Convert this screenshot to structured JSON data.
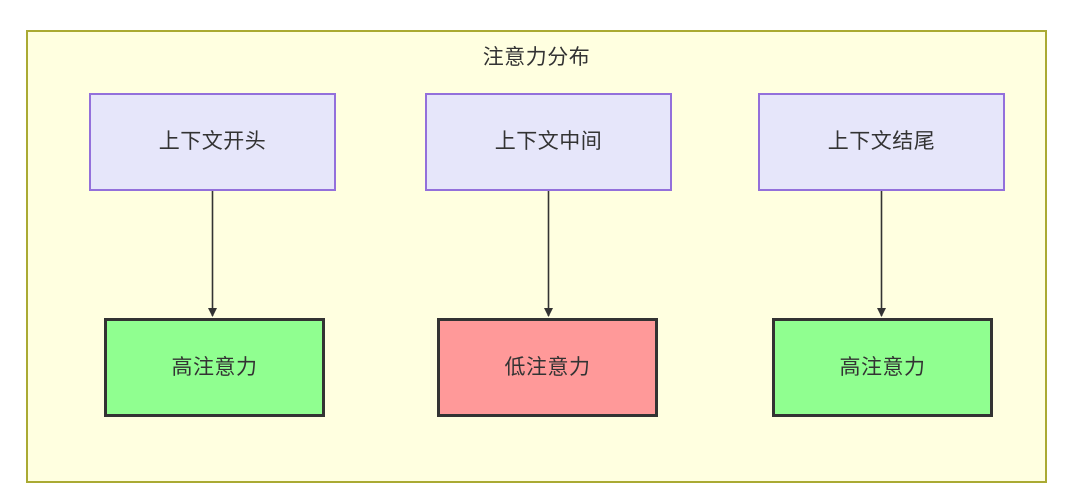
{
  "diagram": {
    "title": "注意力分布",
    "container": {
      "fill": "#ffffe0",
      "stroke": "#aaaa33"
    },
    "palette": {
      "context_fill": "#e6e6fa",
      "context_stroke": "#9370db",
      "high_attention_fill": "#90ff90",
      "low_attention_fill": "#ff9999",
      "node_stroke": "#333333",
      "edge_stroke": "#333333",
      "text": "#333333"
    },
    "columns": [
      {
        "id": "start",
        "source": {
          "label": "上下文开头"
        },
        "target": {
          "label": "高注意力",
          "level": "high"
        }
      },
      {
        "id": "middle",
        "source": {
          "label": "上下文中间"
        },
        "target": {
          "label": "低注意力",
          "level": "low"
        }
      },
      {
        "id": "end",
        "source": {
          "label": "上下文结尾"
        },
        "target": {
          "label": "高注意力",
          "level": "high"
        }
      }
    ]
  }
}
